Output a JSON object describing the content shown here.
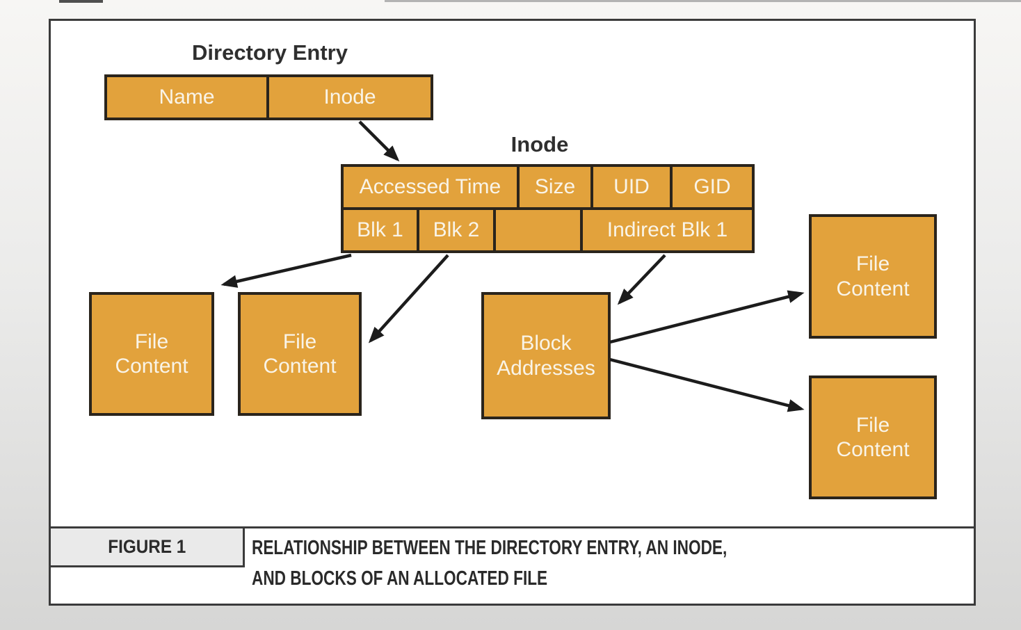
{
  "figure_caption": {
    "label": "FIGURE 1",
    "lines": [
      "RELATIONSHIP BETWEEN THE DIRECTORY ENTRY, AN INODE,",
      "AND BLOCKS OF AN ALLOCATED FILE"
    ]
  },
  "directory_entry": {
    "title": "Directory Entry",
    "cells": [
      "Name",
      "Inode"
    ]
  },
  "inode": {
    "title": "Inode",
    "row1": [
      "Accessed Time",
      "Size",
      "UID",
      "GID"
    ],
    "row2": [
      "Blk 1",
      "Blk 2",
      "",
      "Indirect Blk 1"
    ]
  },
  "boxes": {
    "file_content": "File\nContent",
    "block_addresses": "Block\nAddresses"
  },
  "colors": {
    "box_fill": "#e2a23c",
    "box_border": "#2a241c",
    "box_text": "#f9f4e8",
    "panel_border": "#3b3b3b",
    "title_text": "#2f2f2f",
    "figure_label_bg": "#eaeaea",
    "arrow": "#1c1c1c"
  }
}
